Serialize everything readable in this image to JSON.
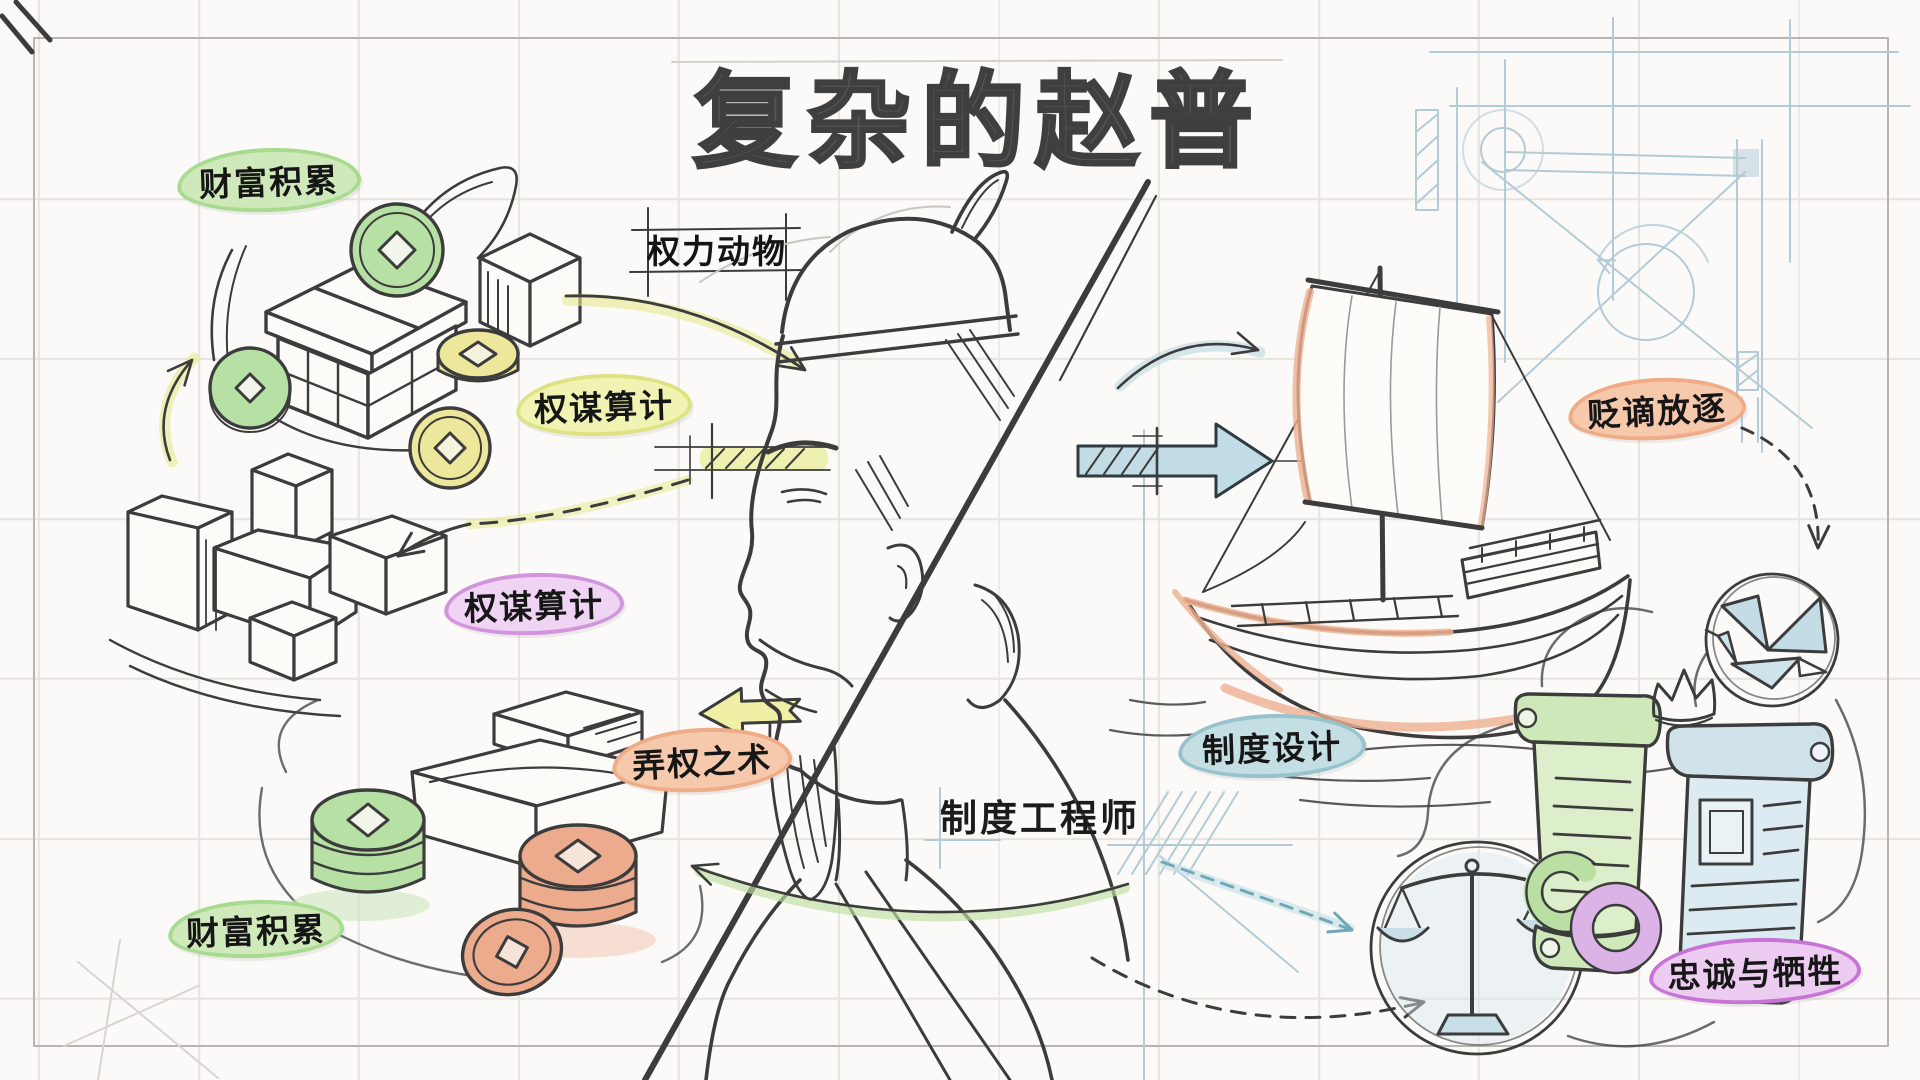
{
  "title": "复杂的赵普",
  "labels": {
    "wealth_top": "财富积累",
    "power_animal": "权力动物",
    "scheming_yellow": "权谋算计",
    "scheming_purple": "权谋算计",
    "power_art": "弄权之术",
    "wealth_bottom": "财富积累",
    "exile": "贬谪放逐",
    "institution_design": "制度设计",
    "institution_engineer": "制度工程师",
    "loyalty": "忠诚与牺牲"
  },
  "colors": {
    "badge_green_fill": "#cfe9bb",
    "badge_green_border": "#a8da90",
    "badge_yellow_fill": "#f1f3b2",
    "badge_yellow_border": "#dde382",
    "badge_purple_fill": "#efd4f3",
    "badge_purple_border": "#d294dc",
    "badge_orange_fill": "#f6c9ad",
    "badge_orange_border": "#efac87",
    "badge_blue_fill": "#c4dfe4",
    "badge_blue_border": "#98c3cc",
    "badge_pink_fill": "#edccf1",
    "badge_pink_border": "#c873d6",
    "ink": "#3c3c3c",
    "blueprint_blue": "#b3cbd7",
    "coin_green": "#b7e0a4",
    "coin_yellow": "#ece79b",
    "coin_orange": "#edab8d",
    "boat_accent": "#efb091",
    "arrow_blue_fill": "#c2dce6",
    "arrow_yellow_fill": "#eff0a6"
  }
}
